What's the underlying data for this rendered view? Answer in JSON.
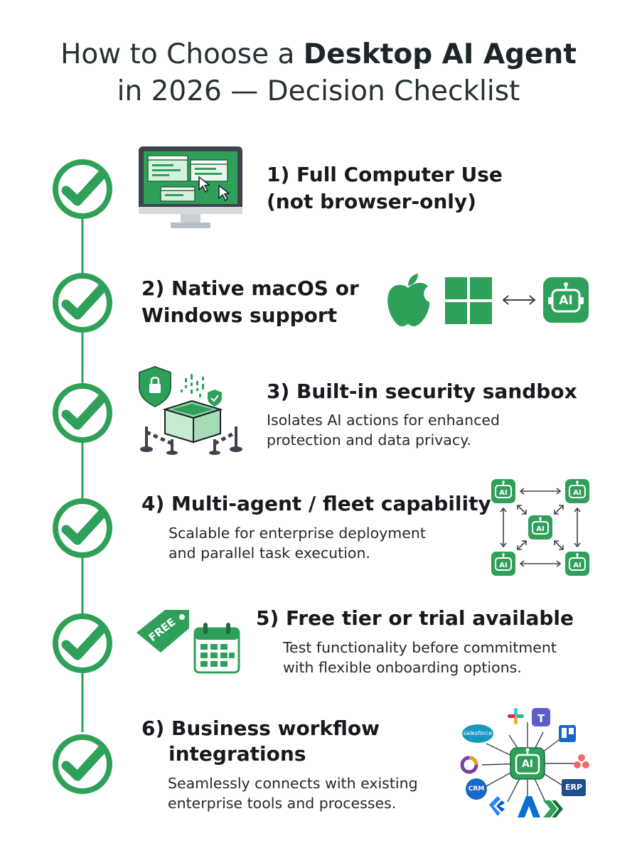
{
  "title": {
    "line1_prefix": "How to Choose a",
    "line1_bold": "Desktop AI Agent",
    "line2": "in 2026 — Decision Checklist"
  },
  "colors": {
    "accent": "#2fa05a",
    "accent_light": "#8fd3a4",
    "dark_text": "#16191d"
  },
  "items": [
    {
      "title_lines": [
        "1) Full Computer Use",
        "(not browser-only)"
      ],
      "desc_lines": []
    },
    {
      "title_lines": [
        "2) Native macOS or",
        "Windows support"
      ],
      "desc_lines": []
    },
    {
      "title_lines": [
        "3) Built-in security sandbox"
      ],
      "desc_lines": [
        "Isolates AI actions for enhanced",
        "protection and data privacy."
      ]
    },
    {
      "title_lines": [
        "4) Multi-agent / fleet capability"
      ],
      "desc_lines": [
        "Scalable for enterprise deployment",
        "and parallel task execution."
      ]
    },
    {
      "title_lines": [
        "5) Free tier or trial available"
      ],
      "desc_lines": [
        "Test functionality before commitment",
        "with flexible onboarding options."
      ]
    },
    {
      "title_lines": [
        "6) Business workflow",
        "integrations"
      ],
      "desc_lines": [
        "Seamlessly connects with existing",
        "enterprise tools and processes."
      ]
    }
  ],
  "icons": {
    "ai_badge": "AI",
    "free_tag": "FREE",
    "crm": "CRM",
    "erp": "ERP",
    "salesforce": "salesforce"
  }
}
